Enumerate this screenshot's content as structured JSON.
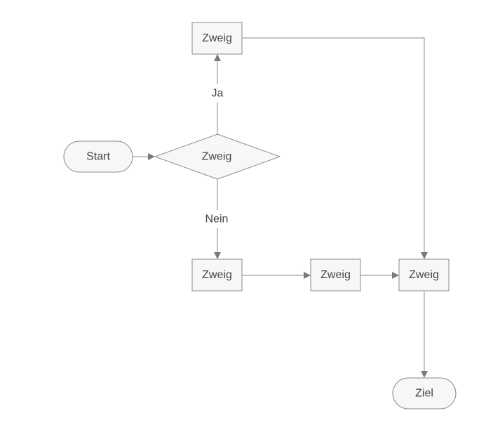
{
  "diagram": {
    "nodes": {
      "start": {
        "label": "Start",
        "shape": "terminal"
      },
      "decision": {
        "label": "Zweig",
        "shape": "diamond"
      },
      "branch_top": {
        "label": "Zweig",
        "shape": "process"
      },
      "branch_bottom": {
        "label": "Zweig",
        "shape": "process"
      },
      "branch_middle": {
        "label": "Zweig",
        "shape": "process"
      },
      "branch_right": {
        "label": "Zweig",
        "shape": "process"
      },
      "end": {
        "label": "Ziel",
        "shape": "terminal"
      }
    },
    "edges": {
      "yes_label": "Ja",
      "no_label": "Nein"
    },
    "colors": {
      "node_fill": "#f7f7f7",
      "stroke": "#8a8a8a",
      "text": "#444444"
    }
  }
}
